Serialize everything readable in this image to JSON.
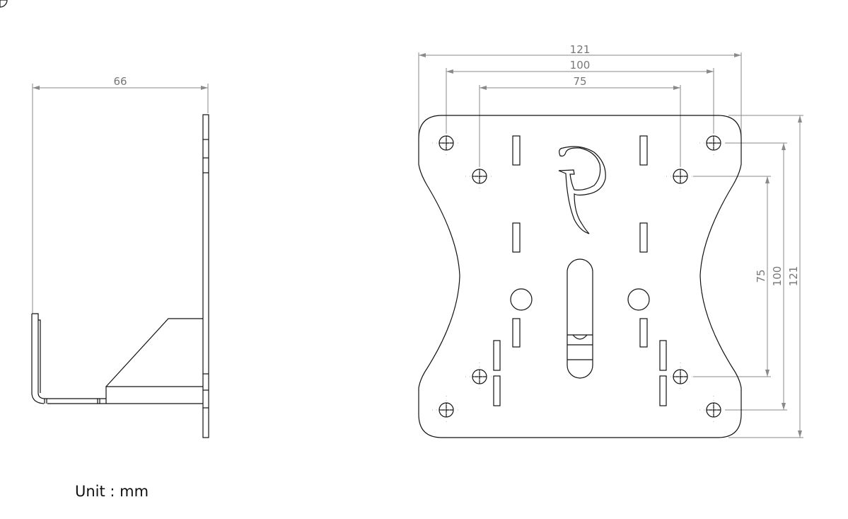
{
  "side_view": {
    "dimension_width": "66"
  },
  "front_view": {
    "dimension_overall_width": "121",
    "dimension_vesa_100_width": "100",
    "dimension_vesa_75_width": "75",
    "dimension_vesa_75_height": "75",
    "dimension_vesa_100_height": "100",
    "dimension_overall_height": "121",
    "logo_letter": "P"
  },
  "unit_label": "Unit :  mm",
  "colors": {
    "outline": "#111111",
    "dimension": "#8a8a8a"
  }
}
